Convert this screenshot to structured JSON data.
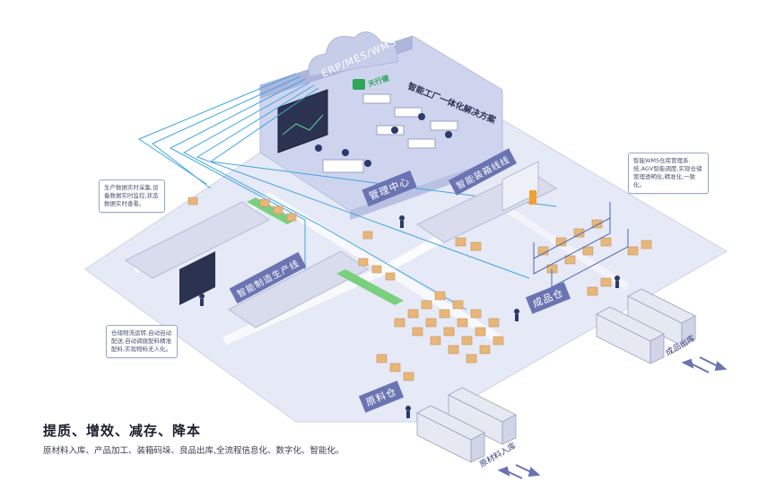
{
  "cloud": {
    "label": "ERP/MES/WMS"
  },
  "brand": {
    "logo_text": "天行健"
  },
  "office": {
    "title": "智能工厂一体化解决方案"
  },
  "zones": {
    "management": "管理中心",
    "assembly_line": "智能装箱线线",
    "production_line": "智能制造生产线",
    "finished_goods": "成品仓",
    "raw_material": "原料仓"
  },
  "arrows": {
    "finished_out": "成品出库",
    "raw_in": "原材料入库"
  },
  "notes": {
    "production": "生产数据实时采集,设备数据实时监控,状态数据实时查看。",
    "agv": "仓储物流运转,自动自动配送,自动调拨配料精准配料,实现物料无人化。",
    "wms": "智能WMS仓库管理系统,AGV智能调度,实现仓储管理透明化,精准化,一致化。"
  },
  "footer": {
    "heading": "提质、增效、减存、降本",
    "subtitle": "原材料入库、产品加工、装箱码垛、良品出库,全流程信息化、数字化、智能化。"
  },
  "colors": {
    "floor": "#e9ecf7",
    "floor_edge": "#cfd5ea",
    "zone_tag": "#6a74b2",
    "line_blue": "#3fa6e0",
    "box": "#e7b77a",
    "truck": "#e6e9f2"
  }
}
